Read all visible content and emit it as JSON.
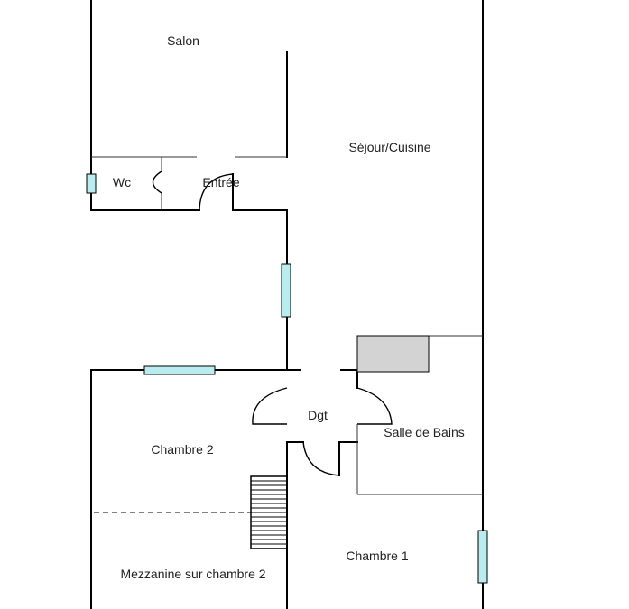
{
  "rooms": {
    "salon": "Salon",
    "sejour": "Séjour/Cuisine",
    "wc": "Wc",
    "entree": "Entrée",
    "dgt": "Dgt",
    "salle_de_bains": "Salle de Bains",
    "chambre_2": "Chambre 2",
    "chambre_1": "Chambre 1",
    "mezzanine": "Mezzanine sur chambre 2"
  },
  "colors": {
    "window": "#b8ecef",
    "bathtub": "#d3d3d3",
    "wall": "#000000"
  }
}
